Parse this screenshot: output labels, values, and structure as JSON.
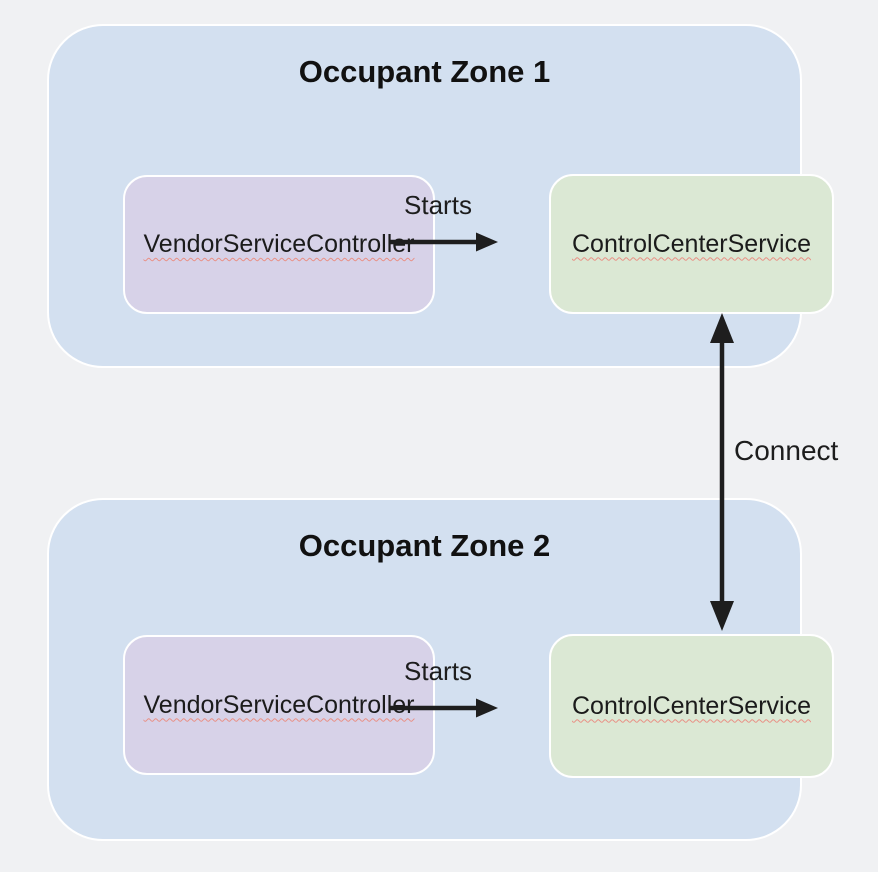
{
  "diagram": {
    "zones": [
      {
        "title": "Occupant Zone 1",
        "controller_label": "VendorServiceController",
        "service_label": "ControlCenterService",
        "edge_label": "Starts"
      },
      {
        "title": "Occupant Zone 2",
        "controller_label": "VendorServiceController",
        "service_label": "ControlCenterService",
        "edge_label": "Starts"
      }
    ],
    "connector": {
      "label": "Connect"
    },
    "colors": {
      "background": "#f0f1f3",
      "zone_fill": "#d3e0f0",
      "controller_fill": "#d7d2e8",
      "service_fill": "#dbe8d4",
      "box_border": "#ffffff",
      "arrow": "#1e1e1e",
      "text": "#1b1b1b",
      "spellcheck_underline": "#e98f84"
    }
  }
}
